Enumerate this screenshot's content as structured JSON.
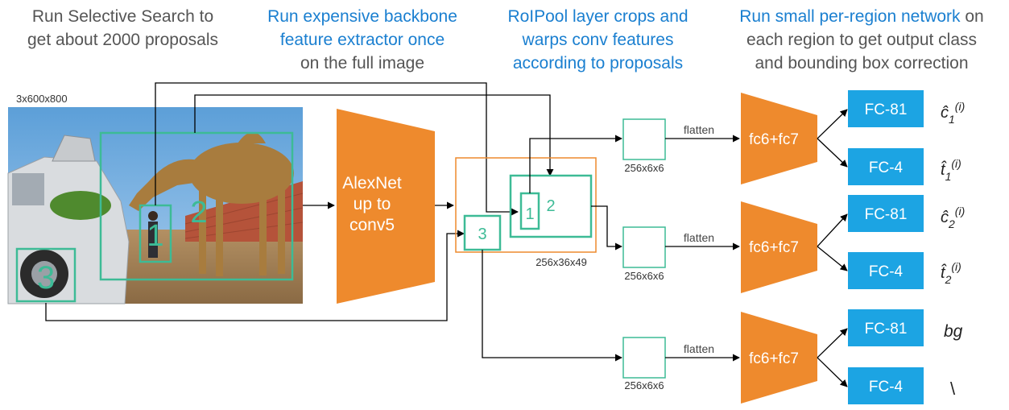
{
  "header1": {
    "line1": "Run Selective Search to",
    "line2": "get about 2000 proposals"
  },
  "header2": {
    "line1": "Run expensive backbone",
    "line2": "feature extractor once",
    "line3": "on the full image"
  },
  "header3": {
    "line1": "RoIPool layer crops and",
    "line2": "warps conv features",
    "line3": "according to proposals"
  },
  "header4": {
    "line1a": "Run small per-region network",
    "line1b": " on",
    "line2": "each region to get output class",
    "line3": "and bounding box correction"
  },
  "image": {
    "dims": "3x600x800",
    "proposal_labels": [
      "1",
      "2",
      "3"
    ]
  },
  "backbone": {
    "line1": "AlexNet",
    "line2": "up to",
    "line3": "conv5"
  },
  "feature_map": {
    "dims": "256x36x49",
    "labels": [
      "1",
      "2",
      "3"
    ]
  },
  "branches": [
    {
      "pooled_dims": "256x6x6",
      "flatten_label": "flatten",
      "head_label": "fc6+fc7",
      "cls_label": "FC-81",
      "box_label": "FC-4",
      "cls_out": "ĉ",
      "cls_sub": "1",
      "cls_sup": "(i)",
      "box_out": "t̂",
      "box_sub": "1",
      "box_sup": "(i)"
    },
    {
      "pooled_dims": "256x6x6",
      "flatten_label": "flatten",
      "head_label": "fc6+fc7",
      "cls_label": "FC-81",
      "box_label": "FC-4",
      "cls_out": "ĉ",
      "cls_sub": "2",
      "cls_sup": "(i)",
      "box_out": "t̂",
      "box_sub": "2",
      "box_sup": "(i)"
    },
    {
      "pooled_dims": "256x6x6",
      "flatten_label": "flatten",
      "head_label": "fc6+fc7",
      "cls_label": "FC-81",
      "box_label": "FC-4",
      "cls_out": "bg",
      "box_out": "\\"
    }
  ],
  "colors": {
    "orange": "#ee8a2d",
    "teal": "#3dbb96",
    "blue": "#1ca4e3",
    "header_blue": "#1a7fd0"
  }
}
